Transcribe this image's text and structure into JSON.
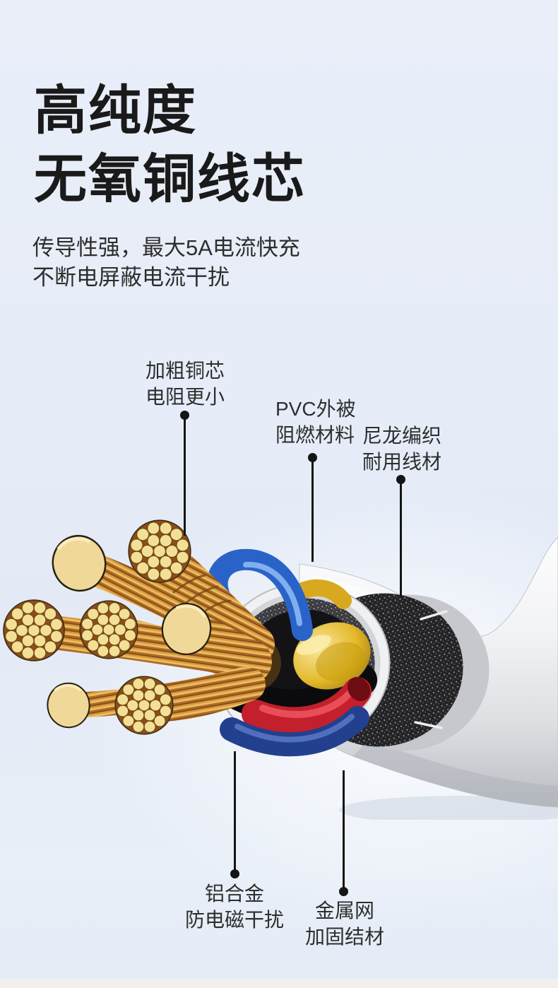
{
  "header": {
    "title_lines": [
      "高纯度",
      "无氧铜线芯"
    ],
    "subtitle_lines": [
      "传导性强，最大5A电流快充",
      "不断电屏蔽电流干扰"
    ]
  },
  "callouts": [
    {
      "name": "copper-core",
      "lines": [
        "加粗铜芯",
        "电阻更小"
      ]
    },
    {
      "name": "pvc-jacket",
      "lines": [
        "PVC外被",
        "阻燃材料"
      ]
    },
    {
      "name": "nylon-braid",
      "lines": [
        "尼龙编织",
        "耐用线材"
      ]
    },
    {
      "name": "aluminum-emi",
      "lines": [
        "铝合金",
        "防电磁干扰"
      ]
    },
    {
      "name": "metal-mesh",
      "lines": [
        "金属网",
        "加固结材"
      ]
    }
  ],
  "illustration": {
    "subject": "数据线剖面结构（铜芯、彩色线芯、金属编织屏蔽、白色外被）",
    "colors": {
      "background_blue": "#e8eef8",
      "bottom_strip": "#f1f0ec",
      "text_dark": "#1a1a1a",
      "copper_gold": "#d8a94f",
      "copper_strand_face": "#f2e096",
      "wire_blue": "#2a63c8",
      "wire_yellow": "#dfae1f",
      "wire_red": "#c41f2c",
      "wire_navy": "#23408f",
      "shield_braid_dark": "#2c2c2e",
      "jacket_white": "#f4f5f7"
    }
  }
}
